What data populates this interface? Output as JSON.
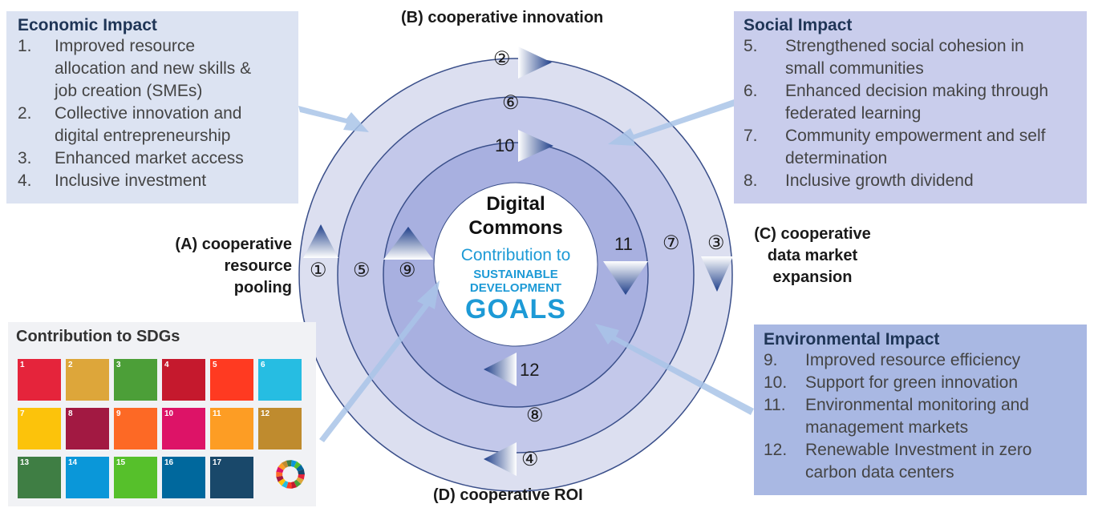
{
  "economic": {
    "title": "Economic Impact",
    "items": [
      {
        "num": "1.",
        "lines": [
          "Improved resource",
          "allocation and new skills &",
          "job creation (SMEs)"
        ]
      },
      {
        "num": "2.",
        "lines": [
          "Collective innovation and",
          "digital entrepreneurship"
        ]
      },
      {
        "num": "3.",
        "lines": [
          "Enhanced market access"
        ]
      },
      {
        "num": "4.",
        "lines": [
          "Inclusive investment"
        ]
      }
    ]
  },
  "social": {
    "title": "Social Impact",
    "items": [
      {
        "num": "5.",
        "lines": [
          "Strengthened social cohesion in",
          "small communities"
        ]
      },
      {
        "num": "6.",
        "lines": [
          "Enhanced decision making through",
          "federated learning"
        ]
      },
      {
        "num": "7.",
        "lines": [
          "Community empowerment and self",
          "determination"
        ]
      },
      {
        "num": "8.",
        "lines": [
          "Inclusive growth dividend"
        ]
      }
    ]
  },
  "environmental": {
    "title": "Environmental Impact",
    "items": [
      {
        "num": "9.",
        "lines": [
          "Improved resource efficiency"
        ]
      },
      {
        "num": "10.",
        "lines": [
          "Support for green innovation"
        ]
      },
      {
        "num": "11.",
        "lines": [
          "Environmental monitoring and",
          "management markets"
        ]
      },
      {
        "num": "12.",
        "lines": [
          "Renewable Investment in zero",
          "carbon data centers"
        ]
      }
    ]
  },
  "sdg_panel": {
    "title": "Contribution to SDGs",
    "tiles": [
      {
        "n": "1",
        "color": "#e5243b"
      },
      {
        "n": "2",
        "color": "#dda63a"
      },
      {
        "n": "3",
        "color": "#4c9f38"
      },
      {
        "n": "4",
        "color": "#c5192d"
      },
      {
        "n": "5",
        "color": "#ff3a21"
      },
      {
        "n": "6",
        "color": "#26bde2"
      },
      {
        "n": "7",
        "color": "#fcc30b"
      },
      {
        "n": "8",
        "color": "#a21942"
      },
      {
        "n": "9",
        "color": "#fd6925"
      },
      {
        "n": "10",
        "color": "#dd1367"
      },
      {
        "n": "11",
        "color": "#fd9d24"
      },
      {
        "n": "12",
        "color": "#bf8b2e"
      },
      {
        "n": "13",
        "color": "#3f7e44"
      },
      {
        "n": "14",
        "color": "#0a97d9"
      },
      {
        "n": "15",
        "color": "#56c02b"
      },
      {
        "n": "16",
        "color": "#00689d"
      },
      {
        "n": "17",
        "color": "#19486a"
      }
    ]
  },
  "labels": {
    "b": "(B) cooperative innovation",
    "d": "(D) cooperative ROI",
    "a": [
      "(A) cooperative",
      "resource",
      "pooling"
    ],
    "c": [
      "(C) cooperative",
      "data market",
      "expansion"
    ]
  },
  "center": {
    "title_line1": "Digital",
    "title_line2": "Commons",
    "contribution": "Contribution to",
    "sdg_line1": "SUSTAINABLE",
    "sdg_line2": "DEVELOPMENT",
    "sdg_line3": "GOALS"
  },
  "markers": {
    "m1": "①",
    "m2": "②",
    "m3": "③",
    "m4": "④",
    "m5": "⑤",
    "m6": "⑥",
    "m7": "⑦",
    "m8": "⑧",
    "m9": "⑨",
    "m10": "10",
    "m11": "11",
    "m12": "12"
  },
  "colors": {
    "outer_ring": "#dcdff0",
    "middle_ring": "#c3c8ea",
    "inner_ring": "#a8b0e0",
    "ring_stroke": "#3a4f8a",
    "arrow": "#1f3f8a",
    "connector": "#a9c4e8"
  }
}
